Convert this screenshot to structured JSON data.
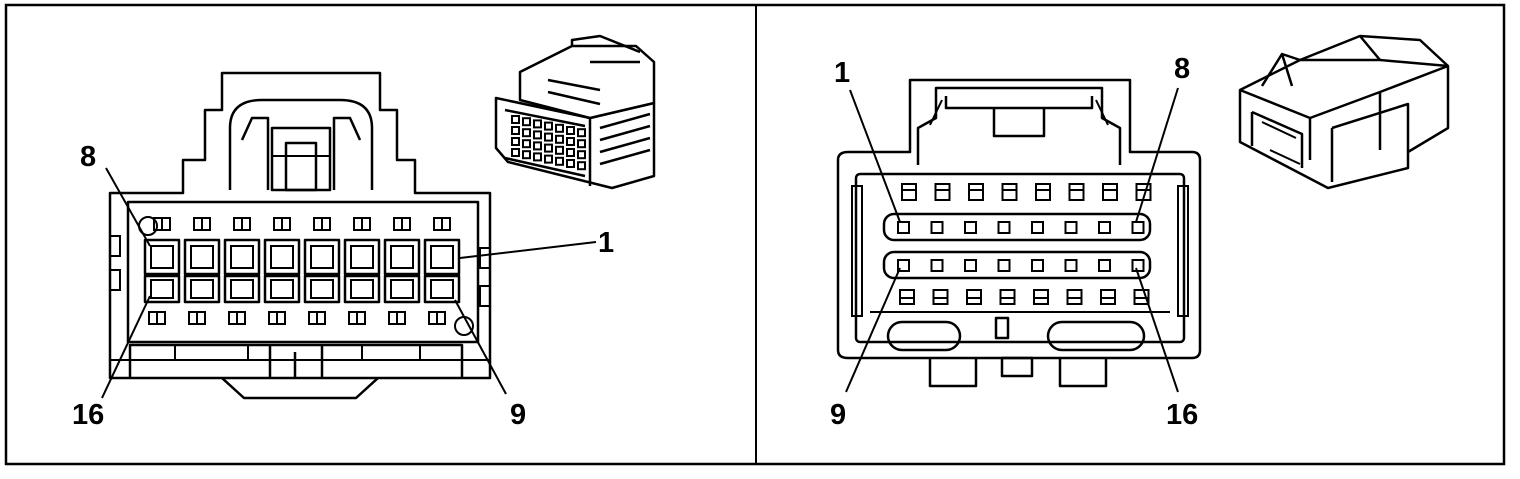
{
  "left_connector": {
    "pin_labels": {
      "top_left": "8",
      "top_right": "1",
      "bottom_left": "16",
      "bottom_right": "9"
    }
  },
  "right_connector": {
    "pin_labels": {
      "top_left": "1",
      "top_right": "8",
      "bottom_left": "9",
      "bottom_right": "16"
    }
  },
  "colors": {
    "line": "#000000",
    "background": "#ffffff"
  }
}
